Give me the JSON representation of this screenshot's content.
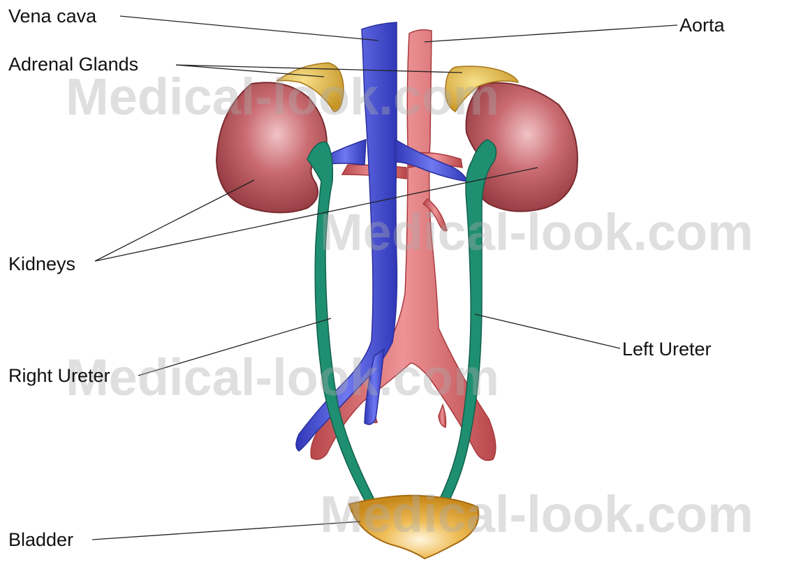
{
  "labels": {
    "vena_cava": "Vena cava",
    "aorta": "Aorta",
    "adrenal_glands": "Adrenal Glands",
    "kidneys": "Kidneys",
    "right_ureter": "Right Ureter",
    "left_ureter": "Left Ureter",
    "bladder": "Bladder"
  },
  "watermark": "Medical-look.com",
  "colors": {
    "vein": "#4f58d8",
    "artery": "#d9686a",
    "kidney": "#bf5d63",
    "adrenal": "#e6bc4c",
    "ureter": "#1e8c72",
    "bladder": "#e8aa35",
    "leader_line": "#222222"
  }
}
